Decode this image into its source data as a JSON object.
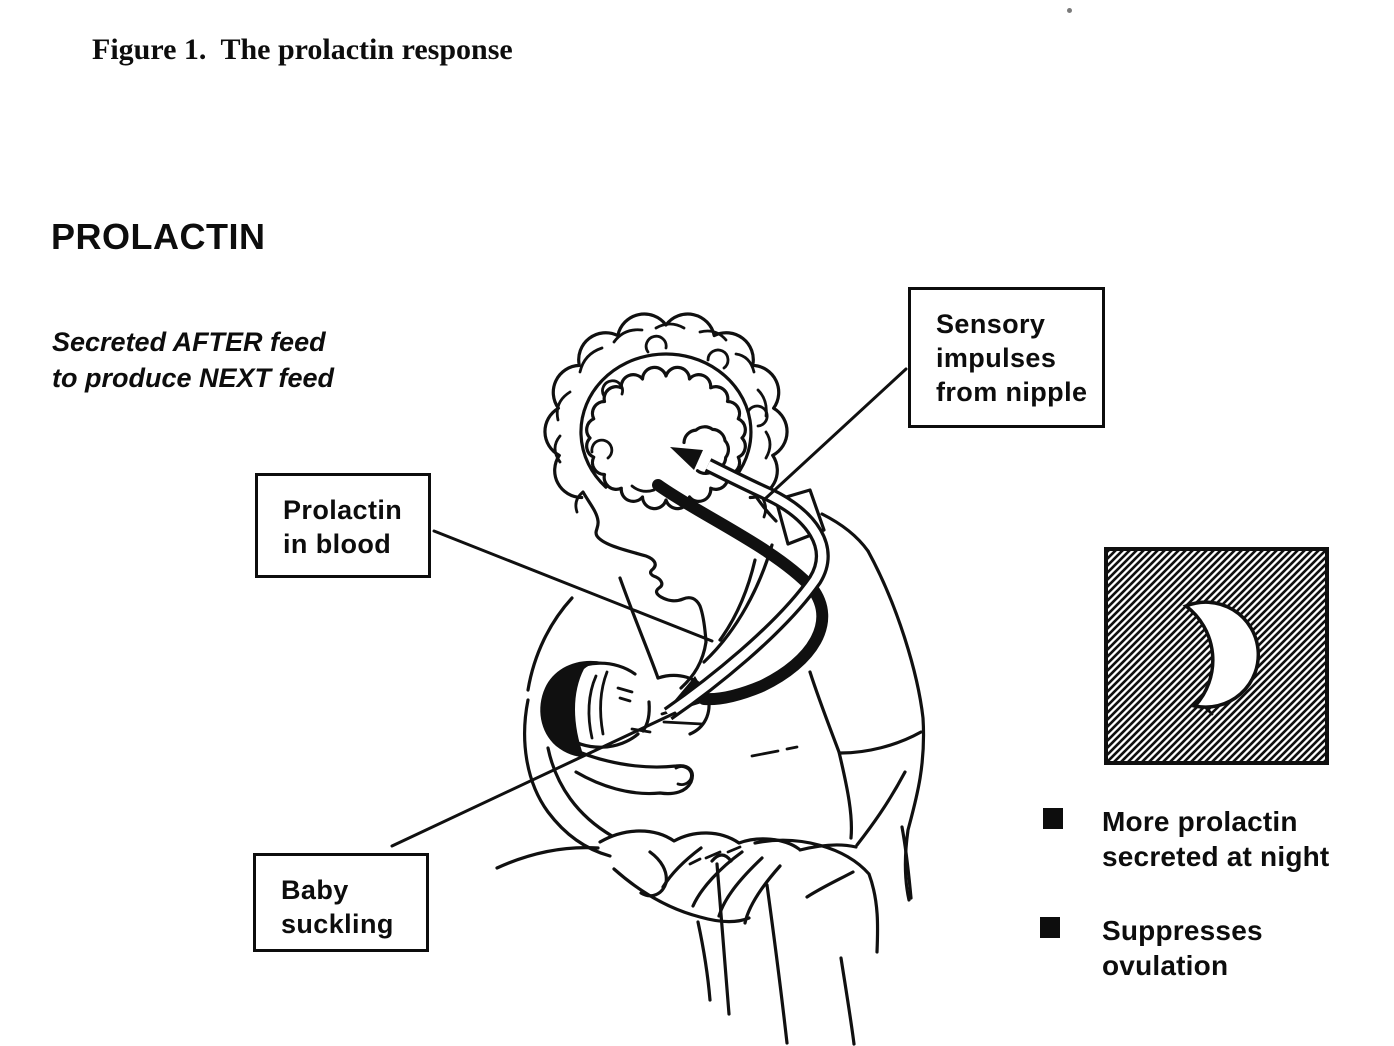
{
  "colors": {
    "ink": "#0d0d0d",
    "paper": "#ffffff"
  },
  "title": {
    "prefix": "Figure 1.",
    "text": "The prolactin response"
  },
  "heading": "PROLACTIN",
  "subtitle": {
    "line1": "Secreted AFTER feed",
    "line2": "to produce NEXT feed"
  },
  "callouts": {
    "sensory": {
      "lines": [
        "Sensory",
        "impulses",
        "from nipple"
      ]
    },
    "prolactin_blood": {
      "lines": [
        "Prolactin",
        "in blood"
      ]
    },
    "baby_suckling": {
      "lines": [
        "Baby",
        "suckling"
      ]
    }
  },
  "legend": {
    "moon_icon": "crescent-moon-in-hatched-square-icon",
    "bullet_marker": "square-bullet-icon",
    "bullets": [
      {
        "line1": "More prolactin",
        "line2": "secreted at night"
      },
      {
        "line1": "Suppresses",
        "line2": "ovulation"
      }
    ]
  },
  "illustration_icon": "mother-breastfeeding-baby-line-art"
}
